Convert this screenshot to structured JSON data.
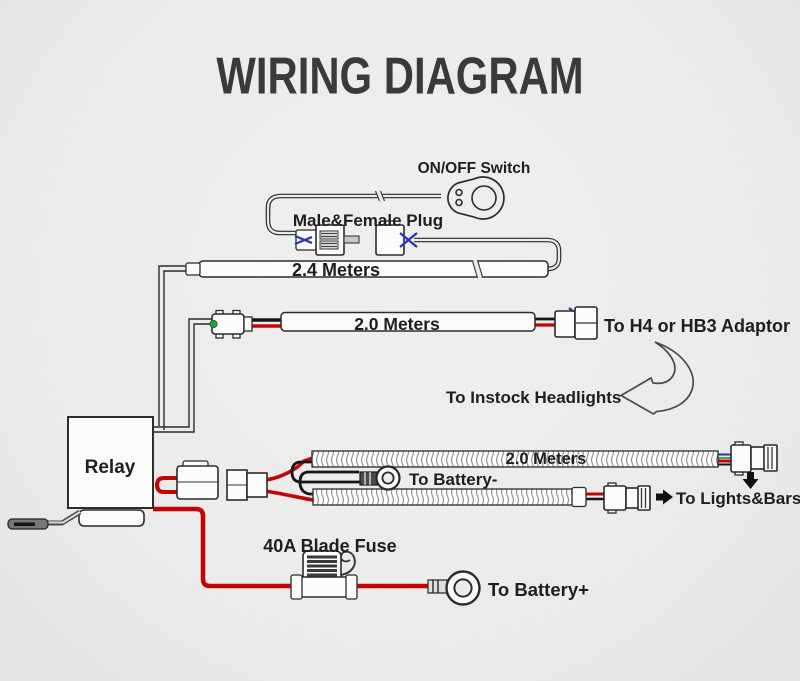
{
  "title": "WIRING DIAGRAM",
  "colors": {
    "background": "#ececec",
    "outline": "#2b2b2b",
    "wire_red": "#c20505",
    "wire_black": "#161616",
    "plug_blue": "#2633c0",
    "connector_green": "#2f9e3c",
    "label_text": "#1e1e1e"
  },
  "labels": {
    "switch": "ON/OFF Switch",
    "plug": "Male&Female Plug",
    "switch_wire_length": "2.4 Meters",
    "adaptor_wire_length": "2.0 Meters",
    "adaptor_destination": "To H4 or HB3 Adaptor",
    "headlight_note": "To Instock Headlights",
    "relay": "Relay",
    "output_wire_length": "2.0 Meters",
    "battery_negative": "To Battery-",
    "lights_destination": "To Lights&Bars",
    "fuse": "40A Blade Fuse",
    "battery_positive": "To Battery+"
  },
  "icons": {
    "curved_arrow": "curved-arrow-left-icon",
    "down_arrow": "arrow-down-icon",
    "right_arrow": "arrow-right-icon"
  }
}
